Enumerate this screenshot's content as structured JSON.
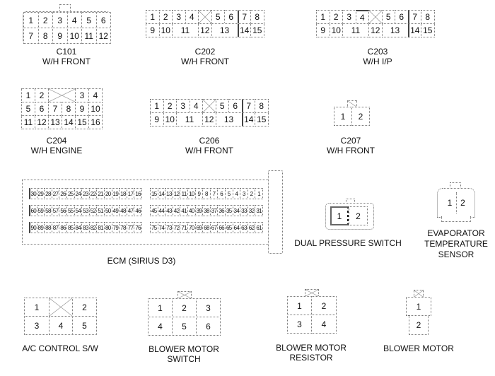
{
  "connectors": {
    "c101": {
      "id": "C101",
      "harness": "W/H FRONT",
      "pins_top": [
        "1",
        "2",
        "3",
        "4",
        "5",
        "6"
      ],
      "pins_bottom": [
        "7",
        "8",
        "9",
        "10",
        "11",
        "12"
      ]
    },
    "c202": {
      "id": "C202",
      "harness": "W/H FRONT",
      "pins_top": [
        "1",
        "2",
        "3",
        "4",
        "",
        "5",
        "6",
        "7",
        "8"
      ],
      "pins_bottom": [
        "9",
        "10",
        "11",
        "12",
        "13",
        "14",
        "15"
      ]
    },
    "c203": {
      "id": "C203",
      "harness": "W/H I/P",
      "pins_top": [
        "1",
        "2",
        "3",
        "4",
        "",
        "5",
        "6",
        "7",
        "8"
      ],
      "pins_bottom": [
        "9",
        "10",
        "11",
        "12",
        "13",
        "14",
        "15"
      ]
    },
    "c204": {
      "id": "C204",
      "harness": "W/H ENGINE",
      "pins_row1": [
        "1",
        "2",
        "",
        "3",
        "4"
      ],
      "pins_row2": [
        "5",
        "6",
        "7",
        "8",
        "9",
        "10"
      ],
      "pins_row3": [
        "11",
        "12",
        "13",
        "14",
        "15",
        "16"
      ]
    },
    "c206": {
      "id": "C206",
      "harness": "W/H FRONT",
      "pins_top": [
        "1",
        "2",
        "3",
        "4",
        "",
        "5",
        "6",
        "7",
        "8"
      ],
      "pins_bottom": [
        "9",
        "10",
        "11",
        "12",
        "13",
        "14",
        "15"
      ]
    },
    "c207": {
      "id": "C207",
      "harness": "W/H FRONT",
      "pins": [
        "1",
        "2"
      ]
    },
    "ecm": {
      "name": "ECM (SIRIUS D3)",
      "left_rows": [
        [
          "30",
          "29",
          "28",
          "27",
          "26",
          "25",
          "24",
          "23",
          "22",
          "21",
          "20",
          "19",
          "18",
          "17",
          "16"
        ],
        [
          "60",
          "59",
          "58",
          "57",
          "56",
          "55",
          "54",
          "53",
          "52",
          "51",
          "50",
          "49",
          "48",
          "47",
          "46"
        ],
        [
          "90",
          "89",
          "88",
          "87",
          "86",
          "85",
          "84",
          "83",
          "82",
          "81",
          "80",
          "79",
          "78",
          "77",
          "76"
        ]
      ],
      "right_rows": [
        [
          "15",
          "14",
          "13",
          "12",
          "11",
          "10",
          "9",
          "8",
          "7",
          "6",
          "5",
          "4",
          "3",
          "2",
          "1"
        ],
        [
          "45",
          "44",
          "43",
          "42",
          "41",
          "40",
          "39",
          "38",
          "37",
          "36",
          "35",
          "34",
          "33",
          "32",
          "31"
        ],
        [
          "75",
          "74",
          "73",
          "72",
          "71",
          "70",
          "69",
          "68",
          "67",
          "66",
          "65",
          "64",
          "63",
          "62",
          "61"
        ]
      ]
    },
    "dual_pressure": {
      "name": "DUAL PRESSURE SWITCH",
      "pins": [
        "1",
        "2"
      ]
    },
    "evap_sensor": {
      "name_line1": "EVAPORATOR",
      "name_line2": "TEMPERATURE",
      "name_line3": "SENSOR",
      "pins": [
        "1",
        "2"
      ]
    },
    "ac_control": {
      "name": "A/C CONTROL S/W",
      "pins_top": [
        "1",
        "",
        "2"
      ],
      "pins_bottom": [
        "3",
        "4",
        "5"
      ]
    },
    "blower_switch": {
      "name_line1": "BLOWER MOTOR",
      "name_line2": "SWITCH",
      "pins_top": [
        "1",
        "2",
        "3"
      ],
      "pins_bottom": [
        "4",
        "5",
        "6"
      ]
    },
    "blower_resistor": {
      "name_line1": "BLOWER MOTOR",
      "name_line2": "RESISTOR",
      "pins_top": [
        "1",
        "2"
      ],
      "pins_bottom": [
        "3",
        "4"
      ]
    },
    "blower_motor": {
      "name": "BLOWER MOTOR",
      "pins": [
        "1",
        "2"
      ]
    }
  }
}
